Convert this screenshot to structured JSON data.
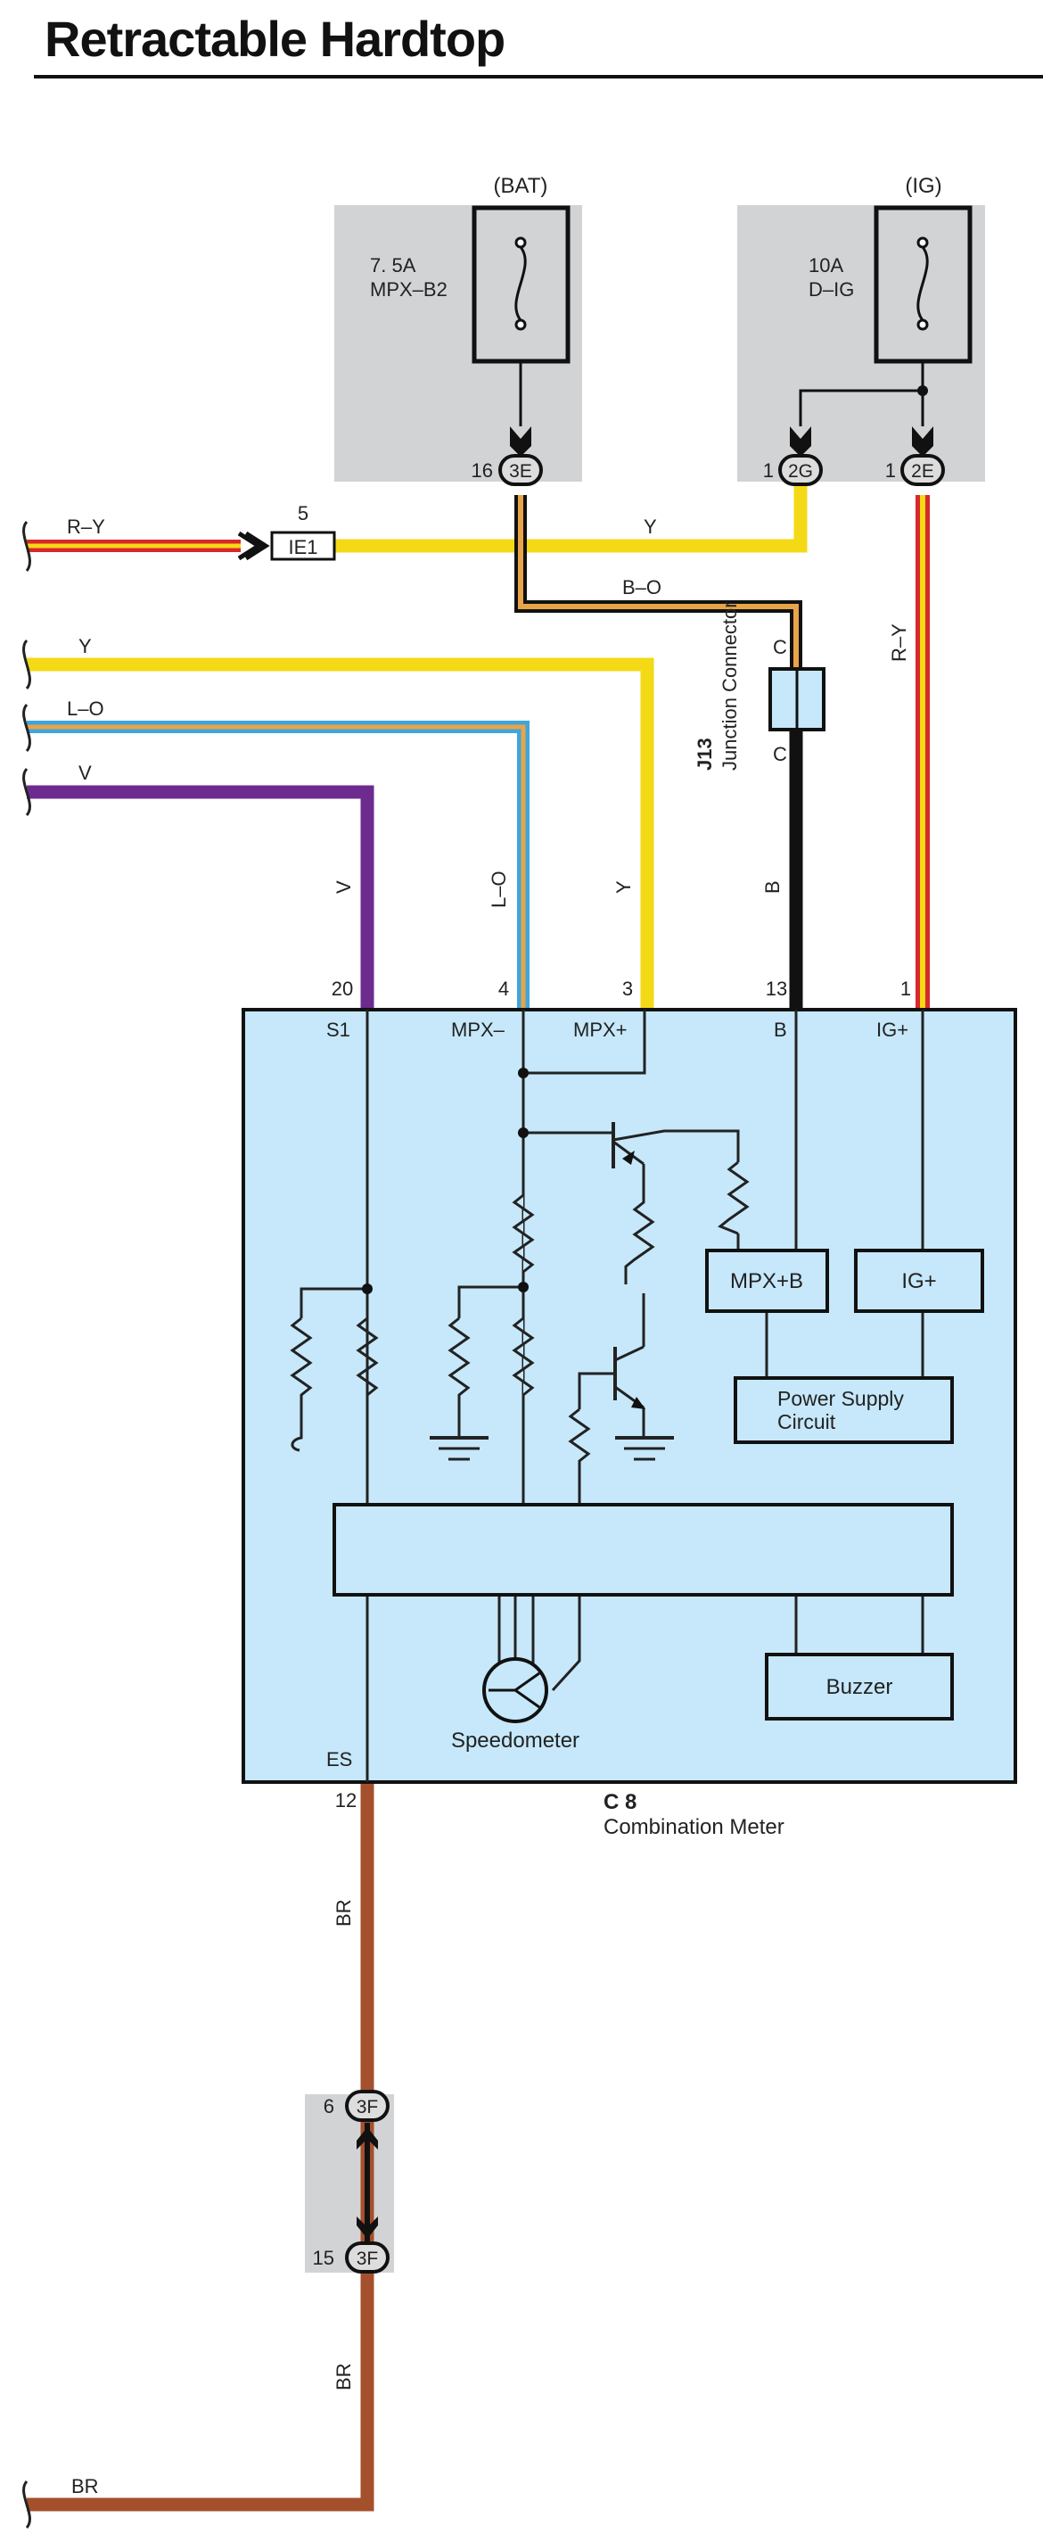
{
  "title": "Retractable Hardtop",
  "colors": {
    "red": "#d8282b",
    "yellow": "#f4d916",
    "orange": "#e8a449",
    "black": "#111111",
    "blue": "#3ea6dd",
    "violet": "#6d2b8f",
    "brown": "#a5502c",
    "meter_fill": "#c6e8fa",
    "fuse_box": "#d2d3d5"
  },
  "fuses": {
    "bat": {
      "power": "(BAT)",
      "rating": "7. 5A",
      "name": "MPX–B2",
      "pin": "16",
      "connector": "3E"
    },
    "ig": {
      "power": "(IG)",
      "rating": "10A",
      "name": "D–IG",
      "pin_a": "1",
      "connector_a": "2G",
      "pin_b": "1",
      "connector_b": "2E"
    }
  },
  "connector_ie1": {
    "pin": "5",
    "label": "IE1"
  },
  "junction": {
    "code": "J13",
    "name": "Junction Connector",
    "pin_top": "C",
    "pin_bottom": "C"
  },
  "wires": {
    "ry_left": "R–Y",
    "y_top": "Y",
    "bo": "B–O",
    "y_left": "Y",
    "lo_left": "L–O",
    "v_left": "V",
    "v_vert": "V",
    "lo_vert": "L–O",
    "y_vert": "Y",
    "b_vert": "B",
    "ry_vert": "R–Y",
    "br_upper": "BR",
    "br_lower": "BR",
    "br_left": "BR"
  },
  "meter": {
    "code": "C 8",
    "name": "Combination Meter",
    "pins": {
      "s1": "20",
      "mpx_minus": "4",
      "mpx_plus": "3",
      "b": "13",
      "ig": "1",
      "es": "12"
    },
    "terminals": {
      "s1": "S1",
      "mpx_minus": "MPX–",
      "mpx_plus": "MPX+",
      "b": "B",
      "ig": "IG+",
      "es": "ES"
    },
    "boxes": {
      "mpxb": "MPX+B",
      "igp": "IG+",
      "psc_line1": "Power Supply",
      "psc_line2": "Circuit",
      "buzzer": "Buzzer"
    },
    "speedometer": "Speedometer"
  },
  "connector_3f": {
    "pin_top": "6",
    "label_top": "3F",
    "pin_bottom": "15",
    "label_bottom": "3F"
  }
}
